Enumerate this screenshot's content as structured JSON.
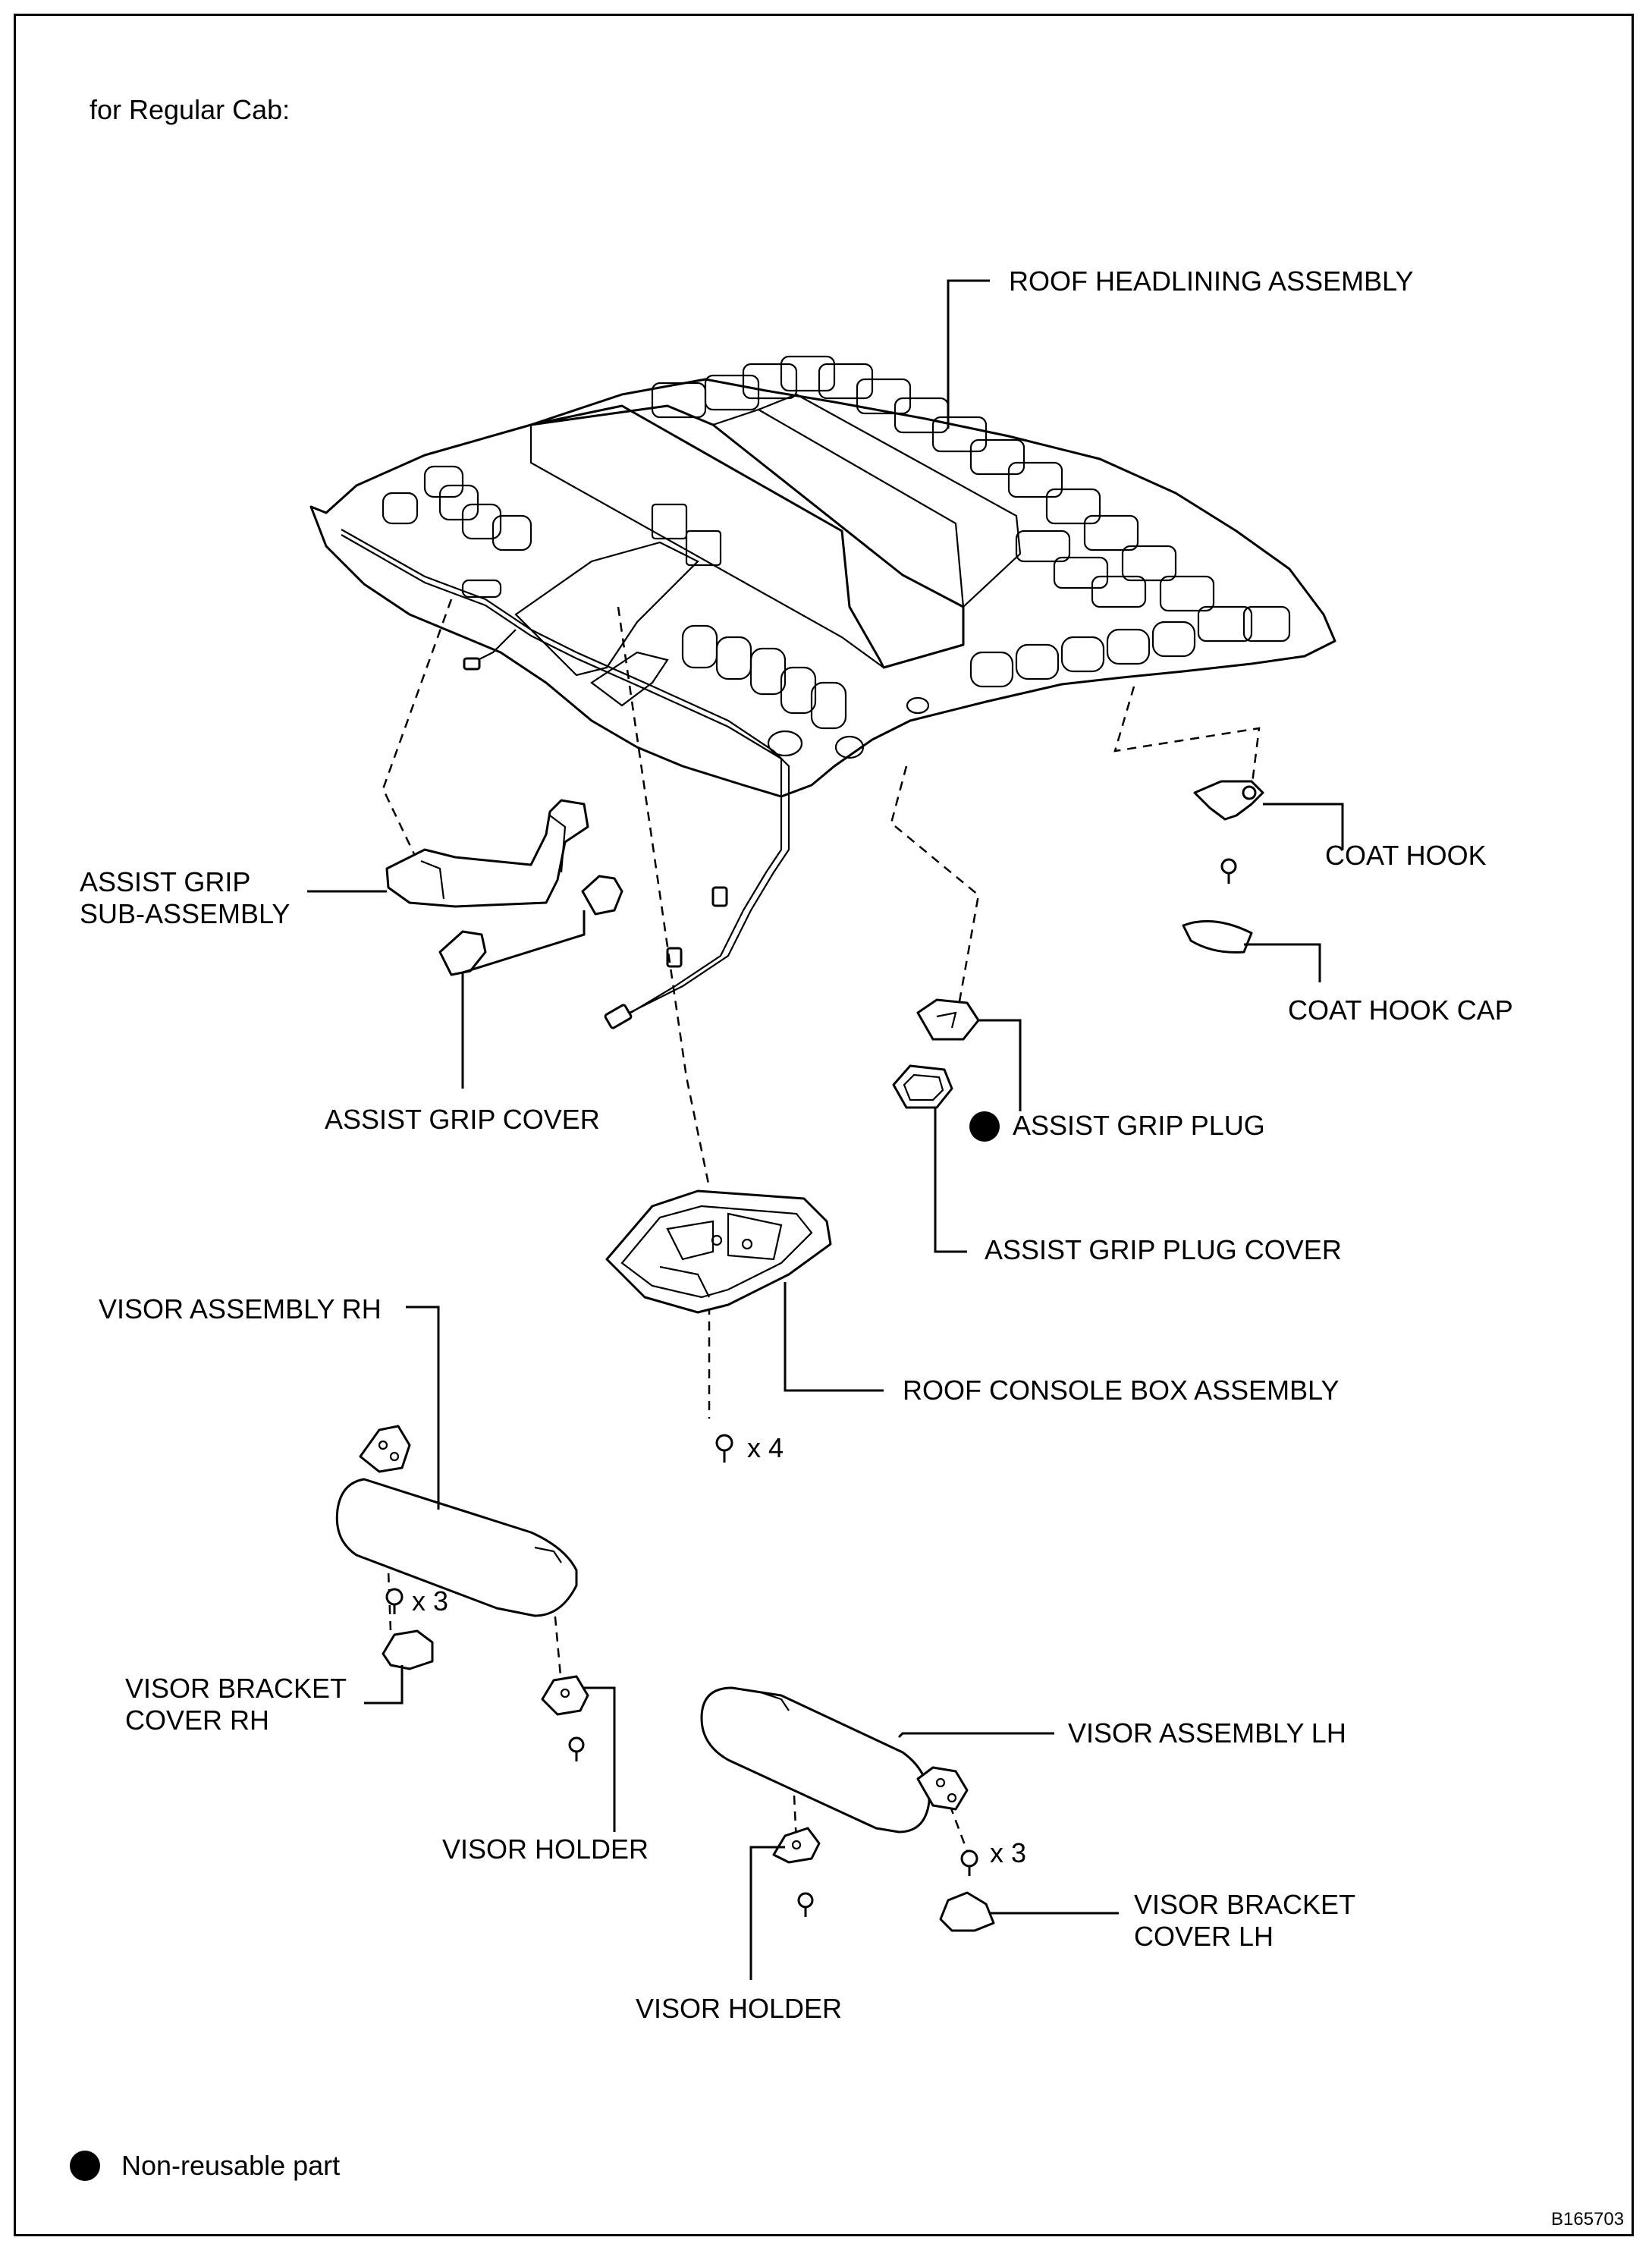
{
  "heading": "for Regular Cab:",
  "labels": {
    "roof_headlining": "ROOF HEADLINING ASSEMBLY",
    "coat_hook": "COAT HOOK",
    "coat_hook_cap": "COAT HOOK CAP",
    "assist_grip_line1": "ASSIST GRIP",
    "assist_grip_line2": "SUB-ASSEMBLY",
    "assist_grip_cover": "ASSIST GRIP COVER",
    "assist_grip_plug": "ASSIST GRIP PLUG",
    "assist_grip_plug_cover": "ASSIST GRIP PLUG COVER",
    "roof_console_box": "ROOF CONSOLE BOX ASSEMBLY",
    "visor_rh": "VISOR ASSEMBLY RH",
    "visor_lh": "VISOR ASSEMBLY LH",
    "visor_bracket_rh_line1": "VISOR BRACKET",
    "visor_bracket_rh_line2": "COVER RH",
    "visor_bracket_lh_line1": "VISOR BRACKET",
    "visor_bracket_lh_line2": "COVER LH",
    "visor_holder_rh": "VISOR HOLDER",
    "visor_holder_lh": "VISOR HOLDER"
  },
  "quantities": {
    "console_screws": "x 4",
    "visor_rh_screws": "x 3",
    "visor_lh_screws": "x 3"
  },
  "legend": {
    "non_reusable": "Non-reusable part"
  },
  "figure_id": "B165703"
}
